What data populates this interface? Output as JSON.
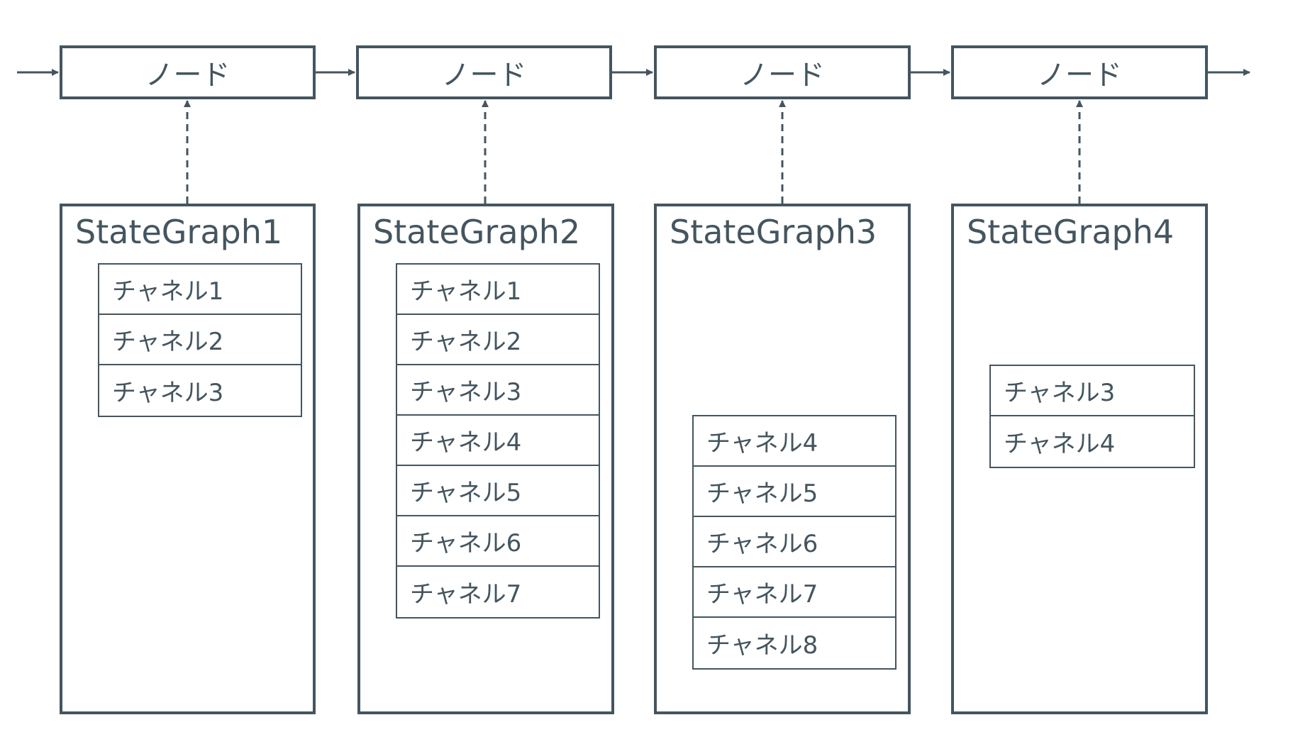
{
  "colors": {
    "stroke": "#44555f",
    "background": "#ffffff"
  },
  "nodes": [
    {
      "label": "ノード"
    },
    {
      "label": "ノード"
    },
    {
      "label": "ノード"
    },
    {
      "label": "ノード"
    }
  ],
  "state_graphs": [
    {
      "title": "StateGraph1",
      "channels": [
        "チャネル1",
        "チャネル2",
        "チャネル3"
      ]
    },
    {
      "title": "StateGraph2",
      "channels": [
        "チャネル1",
        "チャネル2",
        "チャネル3",
        "チャネル4",
        "チャネル5",
        "チャネル6",
        "チャネル7"
      ]
    },
    {
      "title": "StateGraph3",
      "channels": [
        "チャネル4",
        "チャネル5",
        "チャネル6",
        "チャネル7",
        "チャネル8"
      ]
    },
    {
      "title": "StateGraph4",
      "channels": [
        "チャネル3",
        "チャネル4"
      ]
    }
  ]
}
